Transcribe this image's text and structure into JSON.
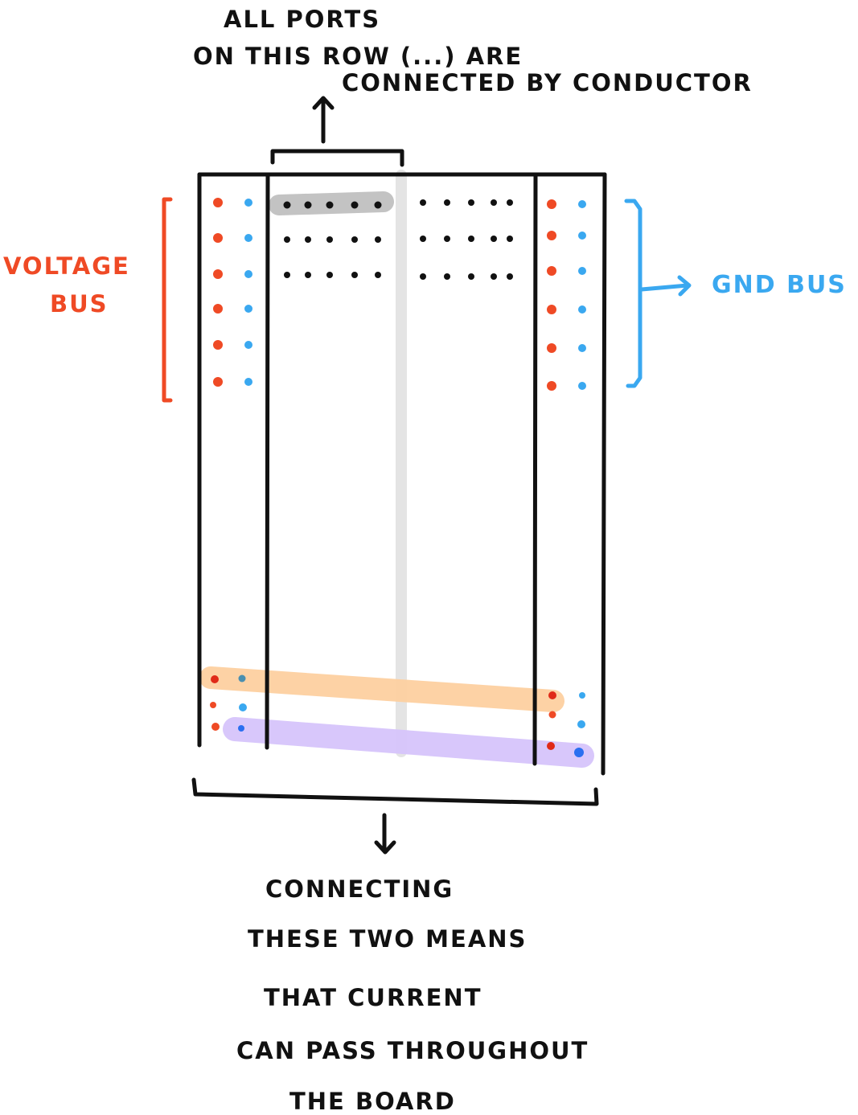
{
  "annotations": {
    "top_note": [
      "ALL PORTS",
      "ON THIS ROW (...) ARE",
      "CONNECTED BY CONDUCTOR"
    ],
    "voltage_bus": [
      "VOLTAGE",
      "BUS"
    ],
    "gnd_bus": "GND BUS",
    "bottom_note": [
      "CONNECTING",
      "THESE TWO MEANS",
      "THAT CURRENT",
      "CAN PASS THROUGHOUT",
      "THE BOARD"
    ]
  },
  "colors": {
    "ink": "#111111",
    "voltage": "#ef4a25",
    "ground": "#3aa8f0",
    "row_highlight": "#c3c3c3",
    "orange_highlight": "#fdd0a0",
    "purple_highlight": "#d6c4fb",
    "center_channel": "#e4e4e4"
  },
  "icons": {
    "up_arrow": "arrow-up-icon",
    "down_arrow": "arrow-down-icon",
    "right_arrow": "arrow-right-icon"
  }
}
